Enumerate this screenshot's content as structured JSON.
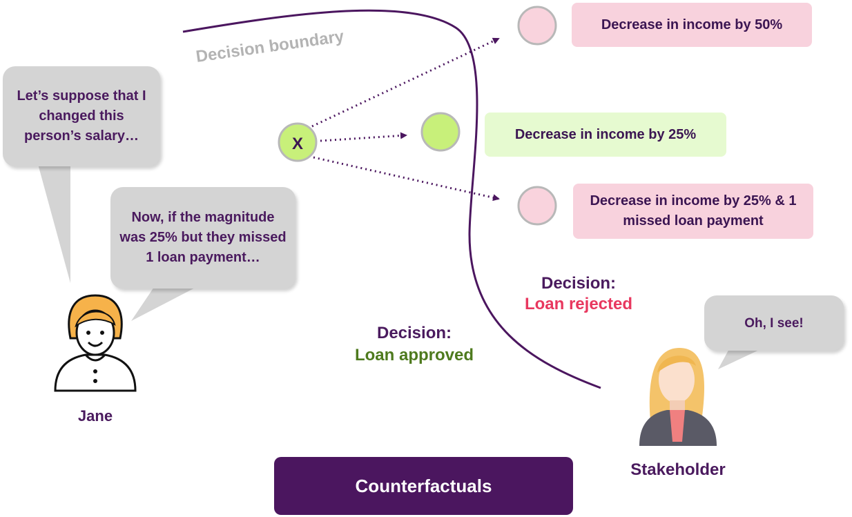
{
  "boundary_label": "Decision boundary",
  "point_label": "X",
  "jane": {
    "name": "Jane",
    "bubble1": "Let’s suppose that I changed this person’s salary…",
    "bubble2": "Now, if the magnitude was 25% but they missed 1 loan payment…"
  },
  "stakeholder": {
    "name": "Stakeholder",
    "bubble": "Oh, I see!"
  },
  "decisions": {
    "approved_heading": "Decision:",
    "approved_value": "Loan approved",
    "rejected_heading": "Decision:",
    "rejected_value": "Loan rejected"
  },
  "counterfactuals": [
    {
      "label": "Decrease in income by 50%",
      "outcome": "rejected"
    },
    {
      "label": "Decrease in income by 25%",
      "outcome": "approved"
    },
    {
      "label": "Decrease in income by 25% & 1 missed loan payment",
      "outcome": "rejected"
    }
  ],
  "title": "Counterfactuals",
  "colors": {
    "approved": "#c8f07a",
    "approved_box": "#e6fad0",
    "rejected": "#f9d3dd",
    "rejected_box": "#f8d2dd",
    "boundary": "#4b165f",
    "approved_text": "#4e7a1e",
    "rejected_text": "#e8385f",
    "bubble": "#d4d4d4"
  }
}
